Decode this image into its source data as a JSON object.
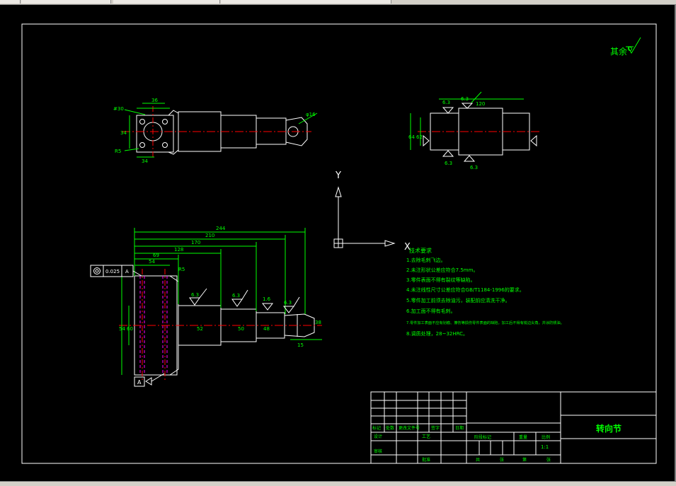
{
  "cad": {
    "colors": {
      "background": "#000000",
      "frame": "#ffffff",
      "geometry": "#ffffff",
      "dimension": "#00ff00",
      "centerline": "#ff0000",
      "hatch": "#ff00ff",
      "symbol": "#ffffff",
      "title_text": "#00ff00"
    },
    "surface_note": "其余",
    "ucs": {
      "x_label": "X",
      "y_label": "Y"
    },
    "top_left_view": {
      "dims": [
        "#30",
        "36",
        "34",
        "34",
        "R5",
        "φ16"
      ]
    },
    "top_right_view": {
      "dims": [
        "6.3",
        "120",
        "6.3",
        "6.3",
        "6.3",
        "64",
        "62"
      ]
    },
    "main_view": {
      "length_dims": [
        "244",
        "210",
        "170",
        "128",
        "69",
        "54"
      ],
      "tolerance": {
        "value": "0.025",
        "datum": "A"
      },
      "datum_label": "A",
      "roughness": [
        "6.3",
        "6.3",
        "1.6",
        "6.3"
      ],
      "diameters": [
        "54",
        "60",
        "52",
        "50",
        "48",
        "38"
      ],
      "small_dims": [
        "15",
        "R5"
      ]
    },
    "tech_notes": {
      "title": "技术要求",
      "lines": [
        "1.去除毛刺飞边。",
        "2.未注形状公差应符合7.5mm。",
        "3.零件表面不得有裂纹等缺陷。",
        "4.未注线性尺寸公差应符合GB/T1184-1996的要求。",
        "5.零件加工前须去除油污，装配前应清洗干净。",
        "6.加工面不得有毛刺。",
        "7.零件加工表面不应有划痕、擦伤等损伤零件表面的缺陷，加工后不得有锐边尖角，并涂防锈油。",
        "8.调质处理，28~32HRC。"
      ]
    },
    "title_block": {
      "part_name": "转向节",
      "scale": "1:1",
      "headers": [
        "标记",
        "处数",
        "更改文件号",
        "签字",
        "日期"
      ],
      "row_labels": [
        "设计",
        "审核",
        "工艺",
        "批准"
      ],
      "stage_labels": [
        "阶段标记",
        "重量",
        "比例"
      ],
      "bottom_labels": [
        "共",
        "张",
        "第",
        "张"
      ]
    }
  }
}
